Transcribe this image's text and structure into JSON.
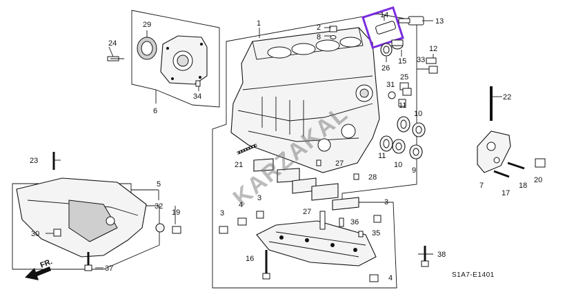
{
  "diagram": {
    "code": "S1A7-E1401",
    "direction_label": "FR.",
    "watermark": "KARZAKAL",
    "highlight_color": "#7a2be0",
    "callouts": {
      "c1": "1",
      "c2": "2",
      "c3a": "3",
      "c3b": "3",
      "c3c": "3",
      "c4a": "4",
      "c4b": "4",
      "c5": "5",
      "c6": "6",
      "c7": "7",
      "c8": "8",
      "c9": "9",
      "c10a": "10",
      "c10b": "10",
      "c11a": "11",
      "c11b": "11",
      "c12": "12",
      "c13": "13",
      "c14": "14",
      "c15": "15",
      "c16": "16",
      "c17": "17",
      "c18": "18",
      "c19": "19",
      "c20": "20",
      "c21": "21",
      "c22": "22",
      "c23": "23",
      "c24": "24",
      "c25": "25",
      "c26": "26",
      "c27a": "27",
      "c27b": "27",
      "c28": "28",
      "c29": "29",
      "c30": "30",
      "c31": "31",
      "c32": "32",
      "c33": "33",
      "c34": "34",
      "c35": "35",
      "c36": "36",
      "c37": "37",
      "c38": "38"
    }
  }
}
